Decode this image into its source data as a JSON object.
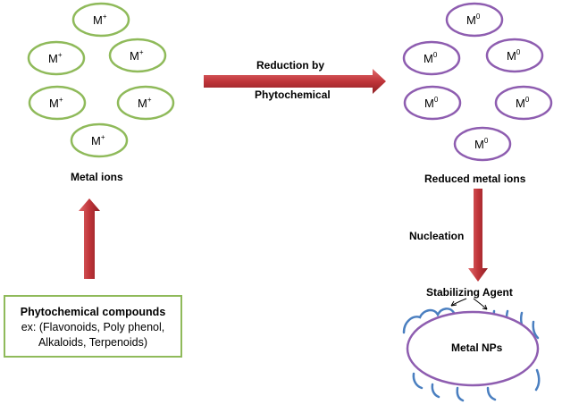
{
  "ions_left": {
    "symbol": "M",
    "charge": "+",
    "label": "Metal ions",
    "color": "#8fba5a"
  },
  "ions_right": {
    "symbol": "M",
    "charge": "0",
    "label": "Reduced metal ions",
    "color": "#8e5db0"
  },
  "reduction_arrow": {
    "line1": "Reduction by",
    "line2": "Phytochemical",
    "color": "#c0353a"
  },
  "nucleation": {
    "label": "Nucleation"
  },
  "stabilizing": {
    "label": "Stabilizing Agent",
    "strand_color": "#4a7fc0"
  },
  "nanoparticle": {
    "label": "Metal NPs"
  },
  "phyto_box": {
    "title": "Phytochemical compounds",
    "line1": "ex: (Flavonoids, Poly phenol,",
    "line2": "Alkaloids, Terpenoids)"
  }
}
